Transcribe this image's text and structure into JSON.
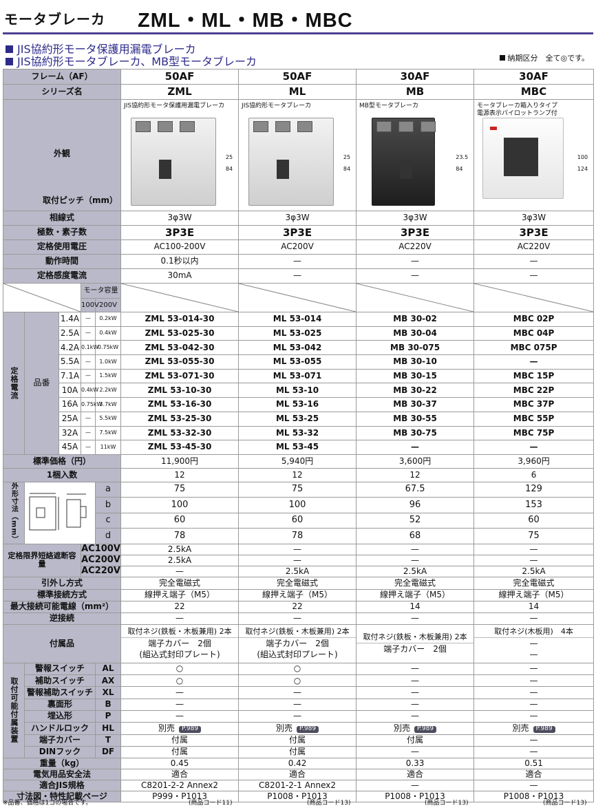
{
  "header": {
    "title_jp": "モータブレーカ",
    "title_models": "ZML・ML・MB・MBC"
  },
  "subtitles": [
    "JIS協約形モータ保護用漏電ブレーカ",
    "JIS協約形モータブレーカ、MB型モータブレーカ"
  ],
  "delivery_note": "納期区分　全て◎です。",
  "labels": {
    "frame": "フレーム（AF）",
    "series": "シリーズ名",
    "appearance": "外観",
    "pitch": "取付ピッチ（mm）",
    "phase": "相線式",
    "poles": "極数・素子数",
    "voltage": "定格使用電圧",
    "op_time": "動作時間",
    "sens": "定格感度電流",
    "motor_cap": "モータ容量",
    "v100": "100V",
    "v200": "200V",
    "rated_current": "定格電流",
    "hinban": "品番",
    "price": "標準価格（円）",
    "pack": "1梱入数",
    "dims": "外形寸法（mm）",
    "dim_a": "a",
    "dim_b": "b",
    "dim_c": "c",
    "dim_d": "d",
    "breaking": "定格限界短絡遮断容量",
    "ac100": "AC100V",
    "ac200": "AC200V",
    "ac220": "AC220V",
    "lead": "引外し方式",
    "conn": "標準接続方式",
    "max_wire": "最大接続可能電線（mm²）",
    "reverse": "逆接続",
    "acc": "付属品",
    "opt_group": "取付可能付属装置",
    "weight": "重量（kg）",
    "pse": "電気用品安全法",
    "jis": "適合JIS規格",
    "page": "寸法図・特性記載ページ"
  },
  "columns": [
    {
      "frame": "50AF",
      "series": "ZML",
      "caption": "JIS協約形モータ保護用漏電ブレーカ",
      "pitch_w": "25",
      "pitch_h": "84",
      "phase": "3φ3W",
      "poles": "3P3E",
      "voltage": "AC100-200V",
      "op_time": "0.1秒以内",
      "sens": "30mA",
      "price": "11,900円",
      "pack": "12",
      "a": "75",
      "b": "100",
      "c": "60",
      "d": "78",
      "bc100": "2.5kA",
      "bc200": "2.5kA",
      "bc220": "—",
      "lead": "完全電磁式",
      "conn": "線押え端子（M5）",
      "wire": "22",
      "reverse": "—",
      "acc1": "取付ネジ(鉄板・木板兼用) 2本",
      "acc2": "端子カバー　2個",
      "acc3": "(組込式封印プレート)",
      "al": "○",
      "ax": "○",
      "xl": "—",
      "b_opt": "—",
      "p_opt": "—",
      "hl": "別売",
      "hl_tag": "P.989",
      "t": "付属",
      "df": "付属",
      "weight": "0.45",
      "pse": "適合",
      "jis": "C8201-2-2 Annex2",
      "page": "P999・P1013",
      "code": "(商品コード11)"
    },
    {
      "frame": "50AF",
      "series": "ML",
      "caption": "JIS協約形モータブレーカ",
      "pitch_w": "25",
      "pitch_h": "84",
      "phase": "3φ3W",
      "poles": "3P3E",
      "voltage": "AC200V",
      "op_time": "—",
      "sens": "—",
      "price": "5,940円",
      "pack": "12",
      "a": "75",
      "b": "100",
      "c": "60",
      "d": "78",
      "bc100": "—",
      "bc200": "—",
      "bc220": "2.5kA",
      "lead": "完全電磁式",
      "conn": "線押え端子（M5）",
      "wire": "22",
      "reverse": "—",
      "acc1": "取付ネジ(鉄板・木板兼用) 2本",
      "acc2": "端子カバー　2個",
      "acc3": "(組込式封印プレート)",
      "al": "○",
      "ax": "○",
      "xl": "—",
      "b_opt": "—",
      "p_opt": "—",
      "hl": "別売",
      "hl_tag": "P.989",
      "t": "付属",
      "df": "付属",
      "weight": "0.42",
      "pse": "適合",
      "jis": "C8201-2-1 Annex2",
      "page": "P1008・P1013",
      "code": "(商品コード13)"
    },
    {
      "frame": "30AF",
      "series": "MB",
      "caption": "MB型モータブレーカ",
      "pitch_w": "23.5",
      "pitch_h": "84",
      "phase": "3φ3W",
      "poles": "3P3E",
      "voltage": "AC220V",
      "op_time": "—",
      "sens": "—",
      "price": "3,600円",
      "pack": "12",
      "a": "67.5",
      "b": "96",
      "c": "52",
      "d": "68",
      "bc100": "—",
      "bc200": "—",
      "bc220": "2.5kA",
      "lead": "完全電磁式",
      "conn": "線押え端子（M5）",
      "wire": "14",
      "reverse": "—",
      "acc1": "取付ネジ(鉄板・木板兼用) 2本",
      "acc2": "端子カバー　2個",
      "acc3": "",
      "al": "—",
      "ax": "—",
      "xl": "—",
      "b_opt": "—",
      "p_opt": "—",
      "hl": "別売",
      "hl_tag": "P.989",
      "t": "付属",
      "df": "—",
      "weight": "0.33",
      "pse": "適合",
      "jis": "—",
      "page": "P1008・P1013",
      "code": "(商品コード13)"
    },
    {
      "frame": "30AF",
      "series": "MBC",
      "caption": "モータブレーカ箱入りタイプ\n電源表示パイロットランプ付",
      "pitch_w": "100",
      "pitch_h": "124",
      "phase": "3φ3W",
      "poles": "3P3E",
      "voltage": "AC220V",
      "op_time": "—",
      "sens": "—",
      "price": "3,960円",
      "pack": "6",
      "a": "129",
      "b": "153",
      "c": "60",
      "d": "75",
      "bc100": "—",
      "bc200": "—",
      "bc220": "2.5kA",
      "lead": "完全電磁式",
      "conn": "線押え端子（M5）",
      "wire": "14",
      "reverse": "—",
      "acc1": "取付ネジ(木板用)　4本",
      "acc2": "—",
      "acc3": "—",
      "al": "—",
      "ax": "—",
      "xl": "—",
      "b_opt": "—",
      "p_opt": "—",
      "hl": "別売",
      "hl_tag": "P.989",
      "t": "—",
      "df": "—",
      "weight": "0.51",
      "pse": "適合",
      "jis": "—",
      "page": "P1008・P1013",
      "code": "(商品コード13)"
    }
  ],
  "ratings": [
    {
      "amp": "1.4A",
      "m100": "—",
      "m200": "0.2kW",
      "zml": "ZML 53-014-30",
      "ml": "ML 53-014",
      "mb": "MB 30-02",
      "mbc": "MBC 02P"
    },
    {
      "amp": "2.5A",
      "m100": "—",
      "m200": "0.4kW",
      "zml": "ZML 53-025-30",
      "ml": "ML 53-025",
      "mb": "MB 30-04",
      "mbc": "MBC 04P"
    },
    {
      "amp": "4.2A",
      "m100": "0.1kW",
      "m200": "0.75kW",
      "zml": "ZML 53-042-30",
      "ml": "ML 53-042",
      "mb": "MB 30-075",
      "mbc": "MBC 075P"
    },
    {
      "amp": "5.5A",
      "m100": "—",
      "m200": "1.0kW",
      "zml": "ZML 53-055-30",
      "ml": "ML 53-055",
      "mb": "MB 30-10",
      "mbc": "—"
    },
    {
      "amp": "7.1A",
      "m100": "—",
      "m200": "1.5kW",
      "zml": "ZML 53-071-30",
      "ml": "ML 53-071",
      "mb": "MB 30-15",
      "mbc": "MBC 15P"
    },
    {
      "amp": "10A",
      "m100": "0.4kW",
      "m200": "2.2kW",
      "zml": "ZML 53-10-30",
      "ml": "ML 53-10",
      "mb": "MB 30-22",
      "mbc": "MBC 22P"
    },
    {
      "amp": "16A",
      "m100": "0.75kW",
      "m200": "3.7kW",
      "zml": "ZML 53-16-30",
      "ml": "ML 53-16",
      "mb": "MB 30-37",
      "mbc": "MBC 37P"
    },
    {
      "amp": "25A",
      "m100": "—",
      "m200": "5.5kW",
      "zml": "ZML 53-25-30",
      "ml": "ML 53-25",
      "mb": "MB 30-55",
      "mbc": "MBC 55P"
    },
    {
      "amp": "32A",
      "m100": "—",
      "m200": "7.5kW",
      "zml": "ZML 53-32-30",
      "ml": "ML 53-32",
      "mb": "MB 30-75",
      "mbc": "MBC 75P"
    },
    {
      "amp": "45A",
      "m100": "—",
      "m200": "11kW",
      "zml": "ZML 53-45-30",
      "ml": "ML 53-45",
      "mb": "—",
      "mbc": "—"
    }
  ],
  "options": [
    {
      "name": "警報スイッチ",
      "code": "AL",
      "key": "al"
    },
    {
      "name": "補助スイッチ",
      "code": "AX",
      "key": "ax"
    },
    {
      "name": "警報補助スイッチ",
      "code": "XL",
      "key": "xl"
    },
    {
      "name": "裏面形",
      "code": "B",
      "key": "b_opt"
    },
    {
      "name": "埋込形",
      "code": "P",
      "key": "p_opt"
    },
    {
      "name": "ハンドルロック",
      "code": "HL",
      "key": "hl"
    },
    {
      "name": "端子カバー",
      "code": "T",
      "key": "t"
    },
    {
      "name": "DINフック",
      "code": "DF",
      "key": "df"
    }
  ],
  "footnote": "※品番、価格は1コの場合です。"
}
